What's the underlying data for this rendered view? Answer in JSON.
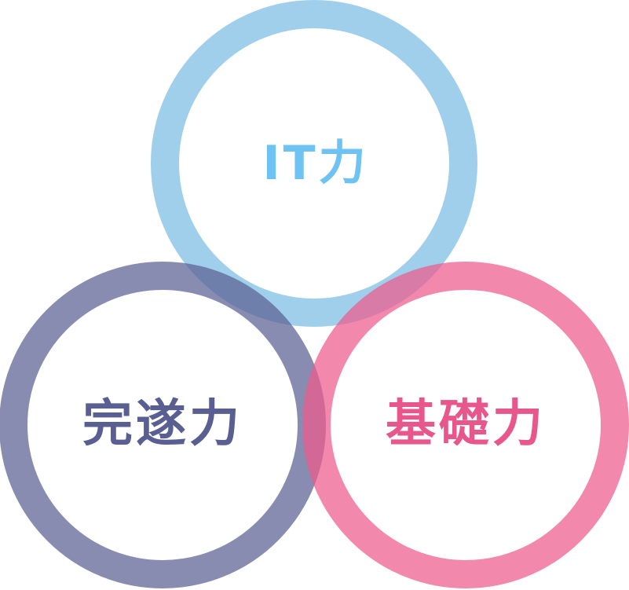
{
  "diagram": {
    "type": "venn-three-rings",
    "rings": [
      {
        "key": "it",
        "label": "IT力",
        "ring_color": "#7bbde3",
        "text_color": "#6ec3f3"
      },
      {
        "key": "completion",
        "label": "完遂力",
        "ring_color": "#5a5f92",
        "text_color": "#5a5f92"
      },
      {
        "key": "foundation",
        "label": "基礎力",
        "ring_color": "#ed5a8b",
        "text_color": "#e8578b"
      }
    ]
  }
}
